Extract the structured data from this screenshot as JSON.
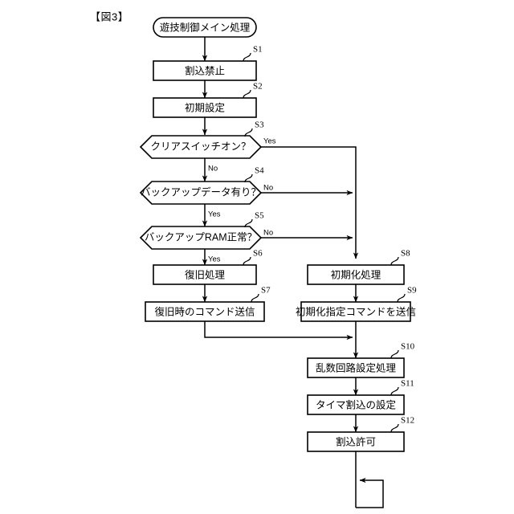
{
  "figure": {
    "title": "【図3】",
    "type": "flowchart"
  },
  "nodes": {
    "start": {
      "label": "遊技制御メイン処理",
      "shape": "rounded",
      "step": ""
    },
    "s1": {
      "label": "割込禁止",
      "shape": "process",
      "step": "S1"
    },
    "s2": {
      "label": "初期設定",
      "shape": "process",
      "step": "S2"
    },
    "s3": {
      "label": "クリアスイッチオン？",
      "shape": "decision",
      "step": "S3"
    },
    "s4": {
      "label": "バックアップデータ有り？",
      "shape": "decision",
      "step": "S4"
    },
    "s5": {
      "label": "バックアップRAM正常？",
      "shape": "decision",
      "step": "S5"
    },
    "s6": {
      "label": "復旧処理",
      "shape": "process",
      "step": "S6"
    },
    "s7": {
      "label": "復旧時のコマンド送信",
      "shape": "process",
      "step": "S7"
    },
    "s8": {
      "label": "初期化処理",
      "shape": "process",
      "step": "S8"
    },
    "s9": {
      "label": "初期化指定コマンドを送信",
      "shape": "process",
      "step": "S9"
    },
    "s10": {
      "label": "乱数回路設定処理",
      "shape": "process",
      "step": "S10"
    },
    "s11": {
      "label": "タイマ割込の設定",
      "shape": "process",
      "step": "S11"
    },
    "s12": {
      "label": "割込許可",
      "shape": "process",
      "step": "S12"
    }
  },
  "branch_labels": {
    "s3_yes": "Yes",
    "s3_no": "No",
    "s4_no": "No",
    "s4_yes": "Yes",
    "s5_no": "No",
    "s5_yes": "Yes"
  },
  "colors": {
    "stroke": "#000000",
    "fill": "#ffffff",
    "background": "#ffffff"
  }
}
